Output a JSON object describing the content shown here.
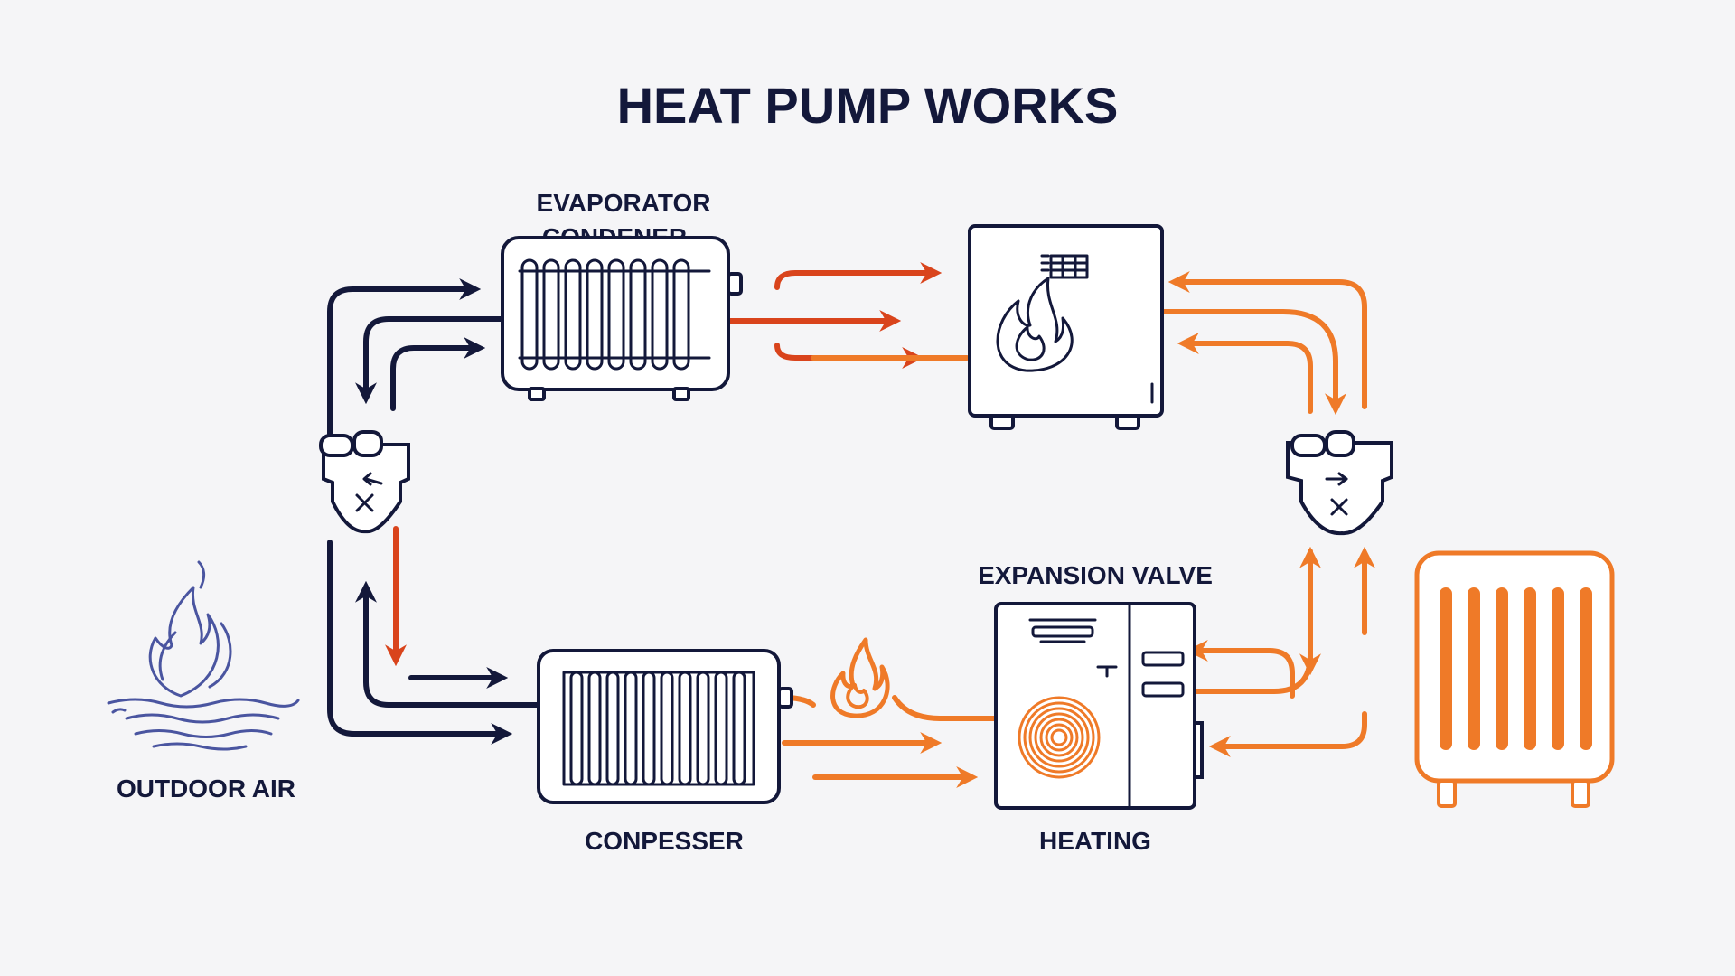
{
  "title": "HEAT PUMP WORKS",
  "labels": {
    "evaporator": "EVAPORATOR",
    "condener": "CONDENER",
    "expansion_valve": "EXPANSION VALVE",
    "heating": "HEATING",
    "compresser": "CONPESSER",
    "outdoor_air": "OUTDOOR AIR"
  },
  "colors": {
    "cold_line": "#13183a",
    "hot_line": "#d9441c",
    "warm_line": "#ef7a28",
    "outdoor_air_icon": "#4a55a0",
    "background": "#f5f5f7"
  },
  "icons": [
    "evaporator-coil-icon",
    "indoor-unit-flame-icon",
    "reversing-valve-icon",
    "compressor-coil-icon",
    "outdoor-unit-fan-icon",
    "flame-icon",
    "outdoor-air-icon",
    "radiator-icon"
  ]
}
